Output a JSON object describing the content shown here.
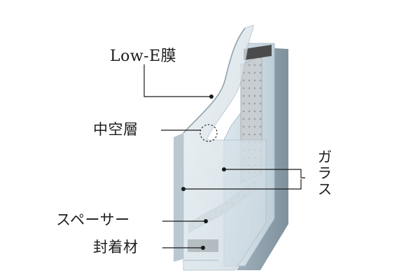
{
  "labels": {
    "low_e": "Low-E膜",
    "air_layer": "中空層",
    "glass": "ガラス",
    "spacer": "スペーサー",
    "sealant": "封着材"
  },
  "colors": {
    "glass": "#d5e2e9",
    "glass_edge": "#aebfca",
    "spacer": "#c8cdd2",
    "sealant": "#4b4b4b",
    "leader": "#1a1a1a"
  }
}
